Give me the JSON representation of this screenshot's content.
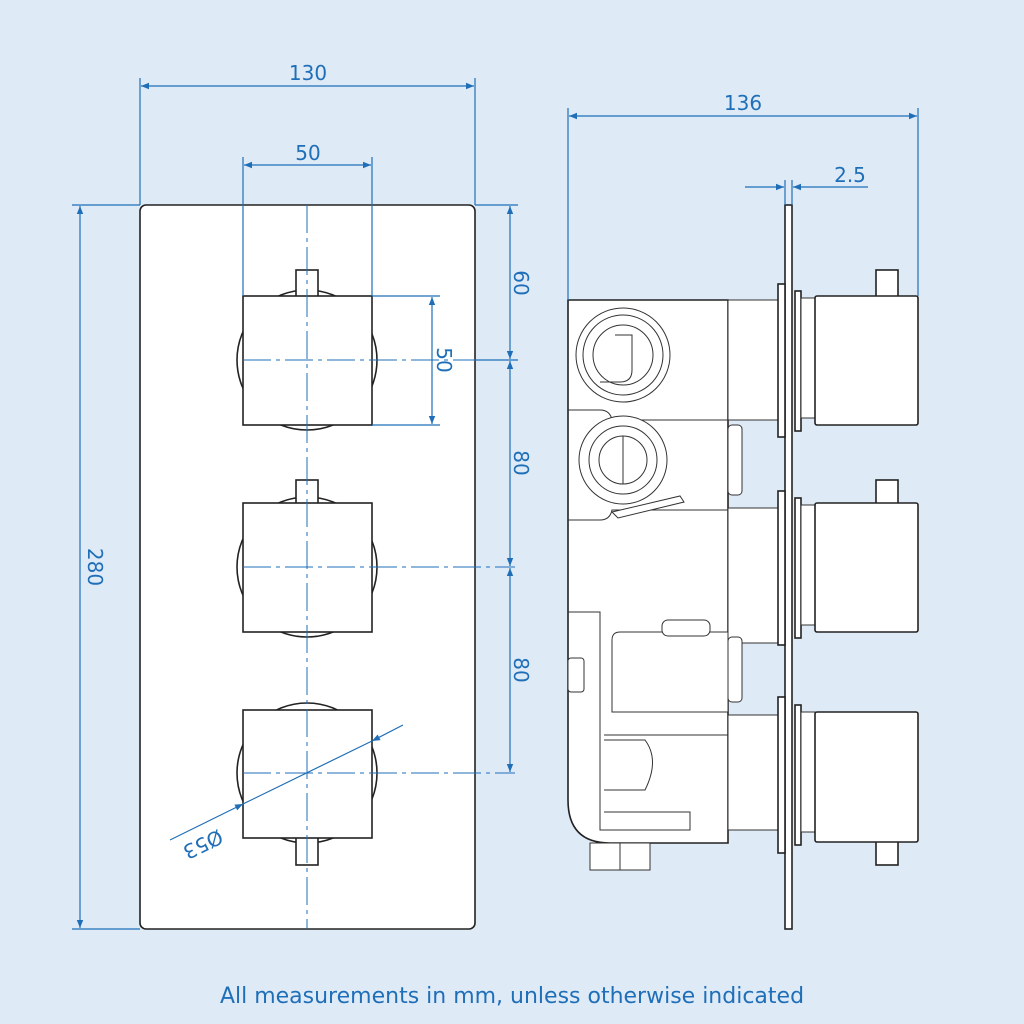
{
  "front_view": {
    "width_label": "130",
    "knob_width_label": "50",
    "height_label": "280",
    "top_offset_label": "60",
    "knob_height_label": "50",
    "spacing_1_label": "80",
    "spacing_2_label": "80",
    "diameter_label": "Ø53"
  },
  "side_view": {
    "depth_label": "136",
    "plate_thickness_label": "2.5"
  },
  "caption": "All measurements in mm, unless otherwise indicated",
  "colors": {
    "background": "#dfeaf7",
    "dimension": "#1f6fb8",
    "outline": "#222222"
  }
}
